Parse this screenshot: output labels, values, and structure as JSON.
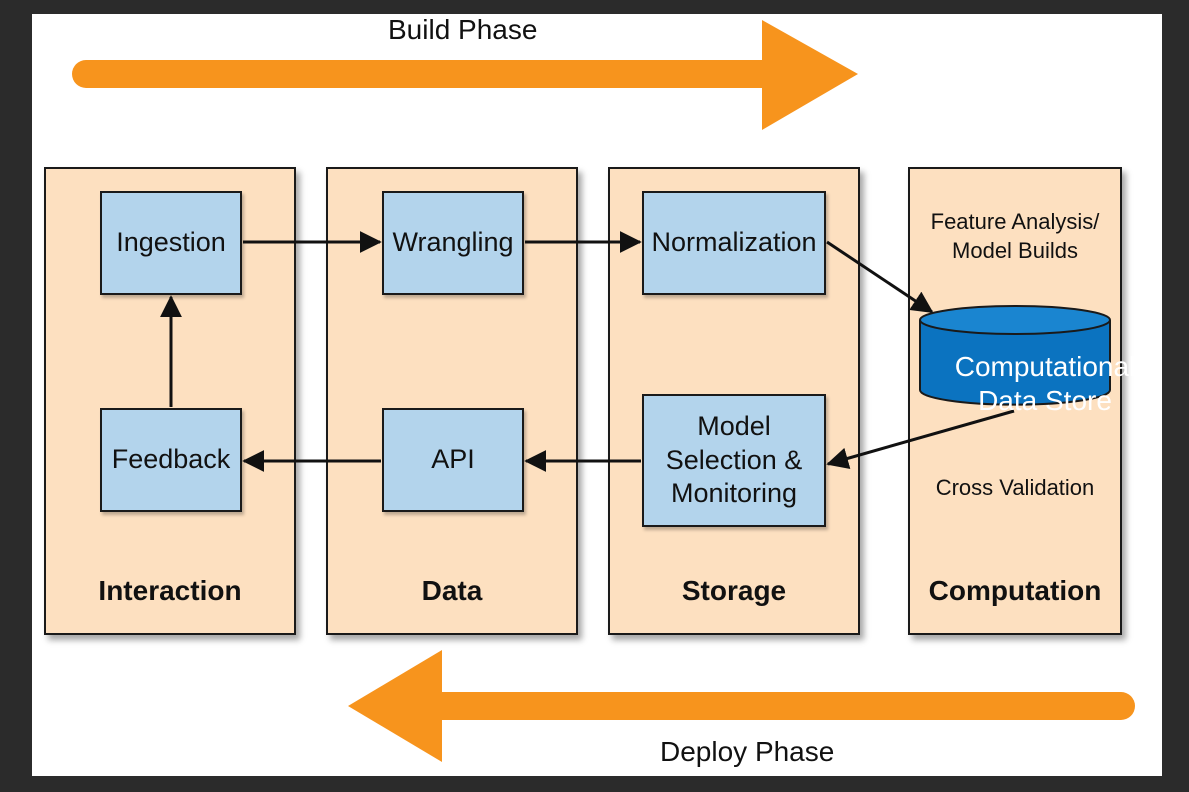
{
  "phases": {
    "build": "Build Phase",
    "deploy": "Deploy Phase"
  },
  "panels": {
    "interaction": "Interaction",
    "data": "Data",
    "storage": "Storage",
    "computation": "Computation"
  },
  "boxes": {
    "ingestion": "Ingestion",
    "wrangling": "Wrangling",
    "normalization": "Normalization",
    "feedback": "Feedback",
    "api": "API",
    "model_selection": "Model\nSelection &\nMonitoring"
  },
  "computation_labels": {
    "feature_analysis": "Feature Analysis/\nModel Builds",
    "data_store": "Computational\nData Store",
    "cross_validation": "Cross Validation"
  },
  "colors": {
    "phase_arrow": "#f7941d",
    "panel_fill": "#fde0c0",
    "box_fill": "#b3d4ec",
    "db_fill": "#0b73c0"
  }
}
